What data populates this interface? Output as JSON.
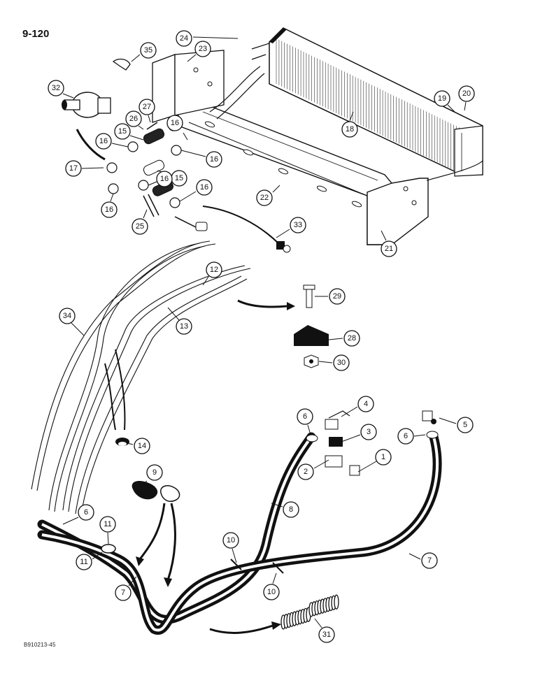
{
  "page_number": "9-120",
  "figure_code": "B910213-45",
  "colors": {
    "ink": "#111111",
    "paper": "#ffffff"
  },
  "callouts": [
    {
      "id": "c1",
      "label": "1"
    },
    {
      "id": "c2",
      "label": "2"
    },
    {
      "id": "c3",
      "label": "3"
    },
    {
      "id": "c4",
      "label": "4"
    },
    {
      "id": "c5",
      "label": "5"
    },
    {
      "id": "c6a",
      "label": "6"
    },
    {
      "id": "c6b",
      "label": "6"
    },
    {
      "id": "c6c",
      "label": "6"
    },
    {
      "id": "c7a",
      "label": "7"
    },
    {
      "id": "c7b",
      "label": "7"
    },
    {
      "id": "c8",
      "label": "8"
    },
    {
      "id": "c9",
      "label": "9"
    },
    {
      "id": "c10a",
      "label": "10"
    },
    {
      "id": "c10b",
      "label": "10"
    },
    {
      "id": "c11a",
      "label": "11"
    },
    {
      "id": "c11b",
      "label": "11"
    },
    {
      "id": "c12",
      "label": "12"
    },
    {
      "id": "c13",
      "label": "13"
    },
    {
      "id": "c14",
      "label": "14"
    },
    {
      "id": "c15a",
      "label": "15"
    },
    {
      "id": "c15b",
      "label": "15"
    },
    {
      "id": "c16a",
      "label": "16"
    },
    {
      "id": "c16b",
      "label": "16"
    },
    {
      "id": "c16c",
      "label": "16"
    },
    {
      "id": "c16d",
      "label": "16"
    },
    {
      "id": "c16e",
      "label": "16"
    },
    {
      "id": "c16f",
      "label": "16"
    },
    {
      "id": "c17",
      "label": "17"
    },
    {
      "id": "c18",
      "label": "18"
    },
    {
      "id": "c19",
      "label": "19"
    },
    {
      "id": "c20",
      "label": "20"
    },
    {
      "id": "c21",
      "label": "21"
    },
    {
      "id": "c22",
      "label": "22"
    },
    {
      "id": "c23",
      "label": "23"
    },
    {
      "id": "c24",
      "label": "24"
    },
    {
      "id": "c25",
      "label": "25"
    },
    {
      "id": "c26",
      "label": "26"
    },
    {
      "id": "c27",
      "label": "27"
    },
    {
      "id": "c28",
      "label": "28"
    },
    {
      "id": "c29",
      "label": "29"
    },
    {
      "id": "c30",
      "label": "30"
    },
    {
      "id": "c31",
      "label": "31"
    },
    {
      "id": "c32",
      "label": "32"
    },
    {
      "id": "c33",
      "label": "33"
    },
    {
      "id": "c34",
      "label": "34"
    },
    {
      "id": "c35",
      "label": "35"
    }
  ]
}
